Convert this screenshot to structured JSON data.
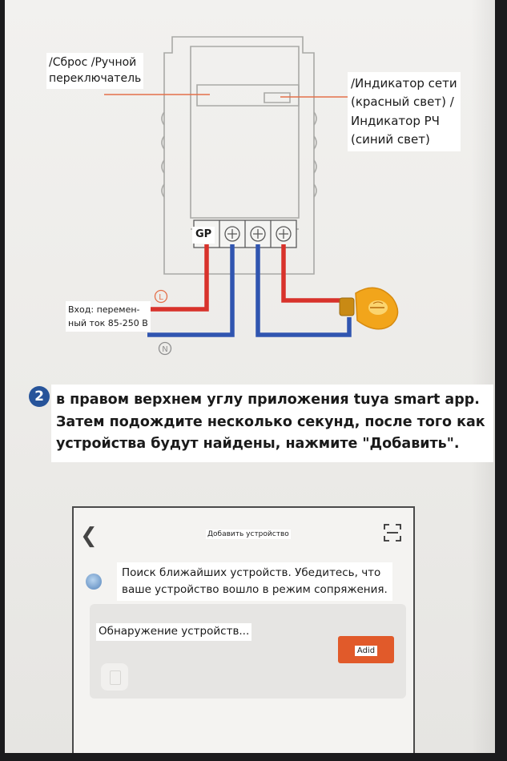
{
  "diagram": {
    "reset_label": [
      "/Сброс /Ручной",
      "переключатель"
    ],
    "indicator_label": [
      "/Индикатор сети",
      "(красный свет) /",
      "Индикатор РЧ",
      "(синий свет)"
    ],
    "gp_label": "GP",
    "input_label": [
      "Вход: перемен-",
      "ный ток 85-250 В"
    ],
    "live_mark": "L",
    "neutral_mark": "N",
    "colors": {
      "live_wire": "#d8322b",
      "neutral_wire": "#3055b0",
      "bulb": "#f2a51b",
      "callout_line": "#e4704a",
      "outline": "#a9a9a6"
    }
  },
  "step": {
    "number": "2",
    "lines": [
      "в правом верхнем углу приложения tuya smart app.",
      "Затем подождите несколько секунд, после того как",
      "устройства будут найдены, нажмите \"Добавить\"."
    ]
  },
  "phone": {
    "title": "Добавить устройство",
    "search_text": [
      "Поиск ближайших устройств. Убедитесь, что",
      "ваше устройство вошло в режим сопряжения."
    ],
    "detect_text": "Обнаружение устройств...",
    "add_button_label": "Adid",
    "colors": {
      "add_button": "#e15a2a"
    }
  }
}
